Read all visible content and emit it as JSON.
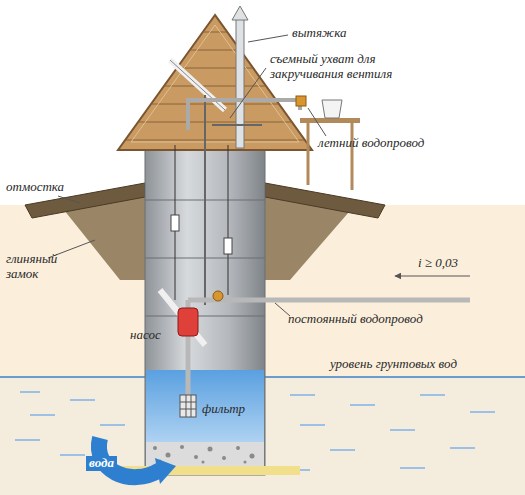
{
  "diagram": {
    "labels": [
      "вытяжка",
      "съемный ухват для закручивания вентиля",
      "летний водопровод",
      "отмостка",
      "глиняный замок",
      "i ≥ 0,03",
      "насос",
      "постоянный водопровод",
      "уровень грунтовых вод",
      "фильтр",
      "вода"
    ]
  }
}
